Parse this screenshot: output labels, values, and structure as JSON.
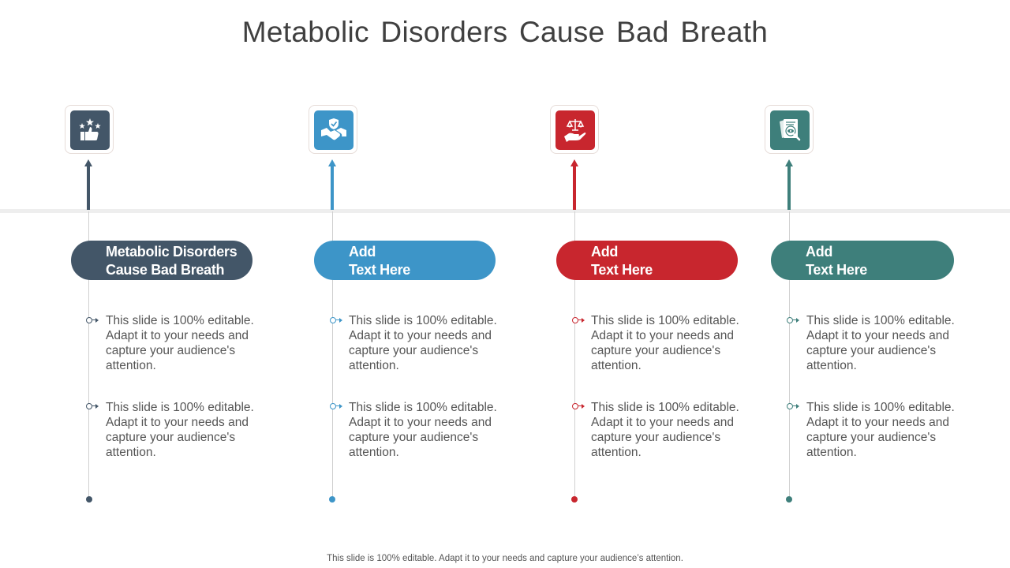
{
  "slide": {
    "title": "Metabolic Disorders Cause Bad Breath",
    "footer": "This slide is 100% editable. Adapt it to your needs and capture your audience’s attention."
  },
  "colors": {
    "slate": "#435668",
    "blue": "#3d95c8",
    "red": "#c8262e",
    "teal": "#3e7f7b",
    "band": "#eeeeee",
    "text": "#555555",
    "title": "#404040"
  },
  "columns": [
    {
      "icon": "thumbs-up-stars-icon",
      "color": "#435668",
      "heading_line1": "Metabolic Disorders",
      "heading_line2": "Cause Bad Breath",
      "bullets": [
        "This slide is 100% editable. Adapt it to your needs and capture your audience's attention.",
        "This slide is 100% editable. Adapt it to your needs and capture your audience's attention."
      ]
    },
    {
      "icon": "handshake-shield-icon",
      "color": "#3d95c8",
      "heading_line1": "Add",
      "heading_line2": "Text Here",
      "bullets": [
        "This slide is 100% editable. Adapt it to your needs and capture your audience's attention.",
        "This slide is 100% editable. Adapt it to your needs and capture your audience's attention."
      ]
    },
    {
      "icon": "scales-hand-icon",
      "color": "#c8262e",
      "heading_line1": "Add",
      "heading_line2": "Text Here",
      "bullets": [
        "This slide is 100% editable. Adapt it to your needs and capture your audience's attention.",
        "This slide is 100% editable. Adapt it to your needs and capture your audience's attention."
      ]
    },
    {
      "icon": "document-eye-search-icon",
      "color": "#3e7f7b",
      "heading_line1": "Add",
      "heading_line2": "Text Here",
      "bullets": [
        "This slide is 100% editable. Adapt it to your needs and capture your audience's attention.",
        "This slide is 100% editable. Adapt it to your needs and capture your audience's attention."
      ]
    }
  ]
}
